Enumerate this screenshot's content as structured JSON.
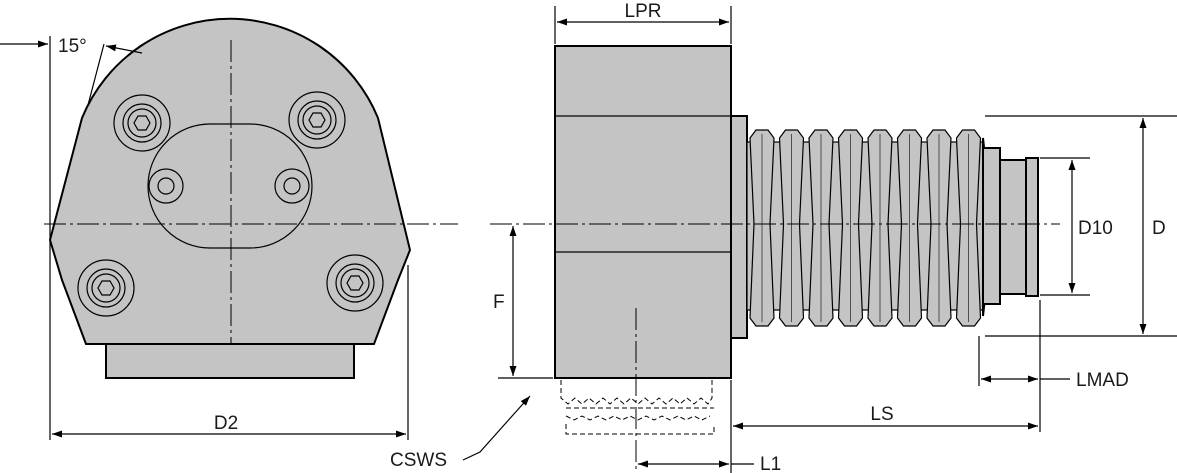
{
  "labels": {
    "angle": "15°",
    "lpr": "LPR",
    "d2": "D2",
    "f": "F",
    "csws": "CSWS",
    "d10": "D10",
    "d": "D",
    "lmad": "LMAD",
    "ls": "LS",
    "l1": "L1"
  },
  "colors": {
    "body_fill": "#c4c4c4",
    "line": "#000000",
    "background": "#ffffff"
  }
}
